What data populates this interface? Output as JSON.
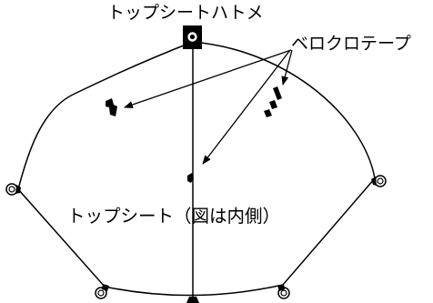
{
  "labels": {
    "grommet": "トップシートハトメ",
    "velcro": "ベロクロテープ",
    "sheet": "トップシート（図は内側）"
  },
  "icons": {
    "top": "grommet-square-icon",
    "side_ring": "ring-grommet-icon",
    "tab": "velcro-tab-icon"
  },
  "colors": {
    "ink": "#000000",
    "background": "#ffffff"
  }
}
